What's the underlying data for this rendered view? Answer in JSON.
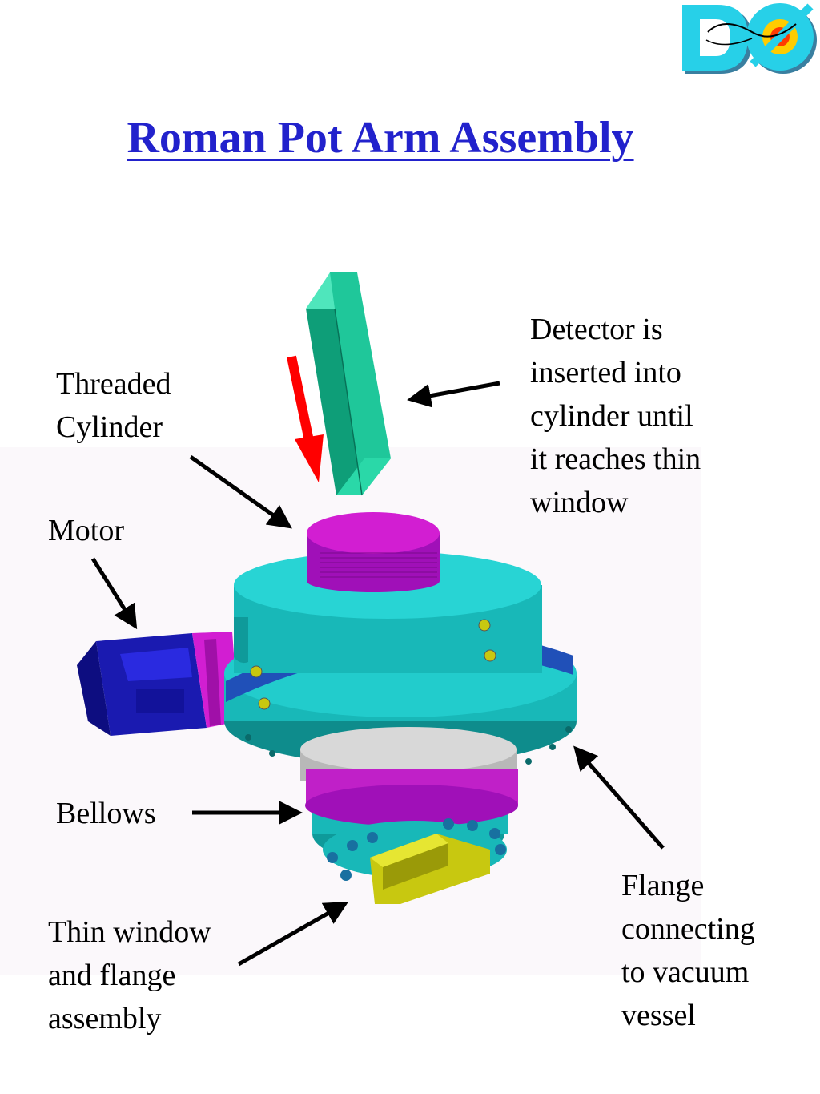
{
  "title": "Roman Pot Arm Assembly",
  "logo": {
    "text": "DØ",
    "colors": {
      "letters": "#27d0e8",
      "shadow": "#3a7fa0",
      "center": "#ff3a00"
    }
  },
  "labels": {
    "threaded_cylinder": [
      "Threaded",
      "Cylinder"
    ],
    "motor": [
      "Motor"
    ],
    "bellows": [
      "Bellows"
    ],
    "thin_window": [
      "Thin window",
      "and flange",
      "assembly"
    ],
    "detector": [
      "Detector is",
      "inserted into",
      "cylinder until",
      "it reaches thin",
      "window"
    ],
    "flange": [
      "Flange",
      "connecting",
      "to vacuum",
      "vessel"
    ]
  },
  "colors": {
    "title": "#2222cc",
    "detector_bar": "#1fc79a",
    "cylinder": "#a010b8",
    "housing": "#18b8b8",
    "flange_ring": "#2050b8",
    "motor": "#1a1ab0",
    "window_block": "#c8c810",
    "insertion_arrow": "#ff0000"
  }
}
